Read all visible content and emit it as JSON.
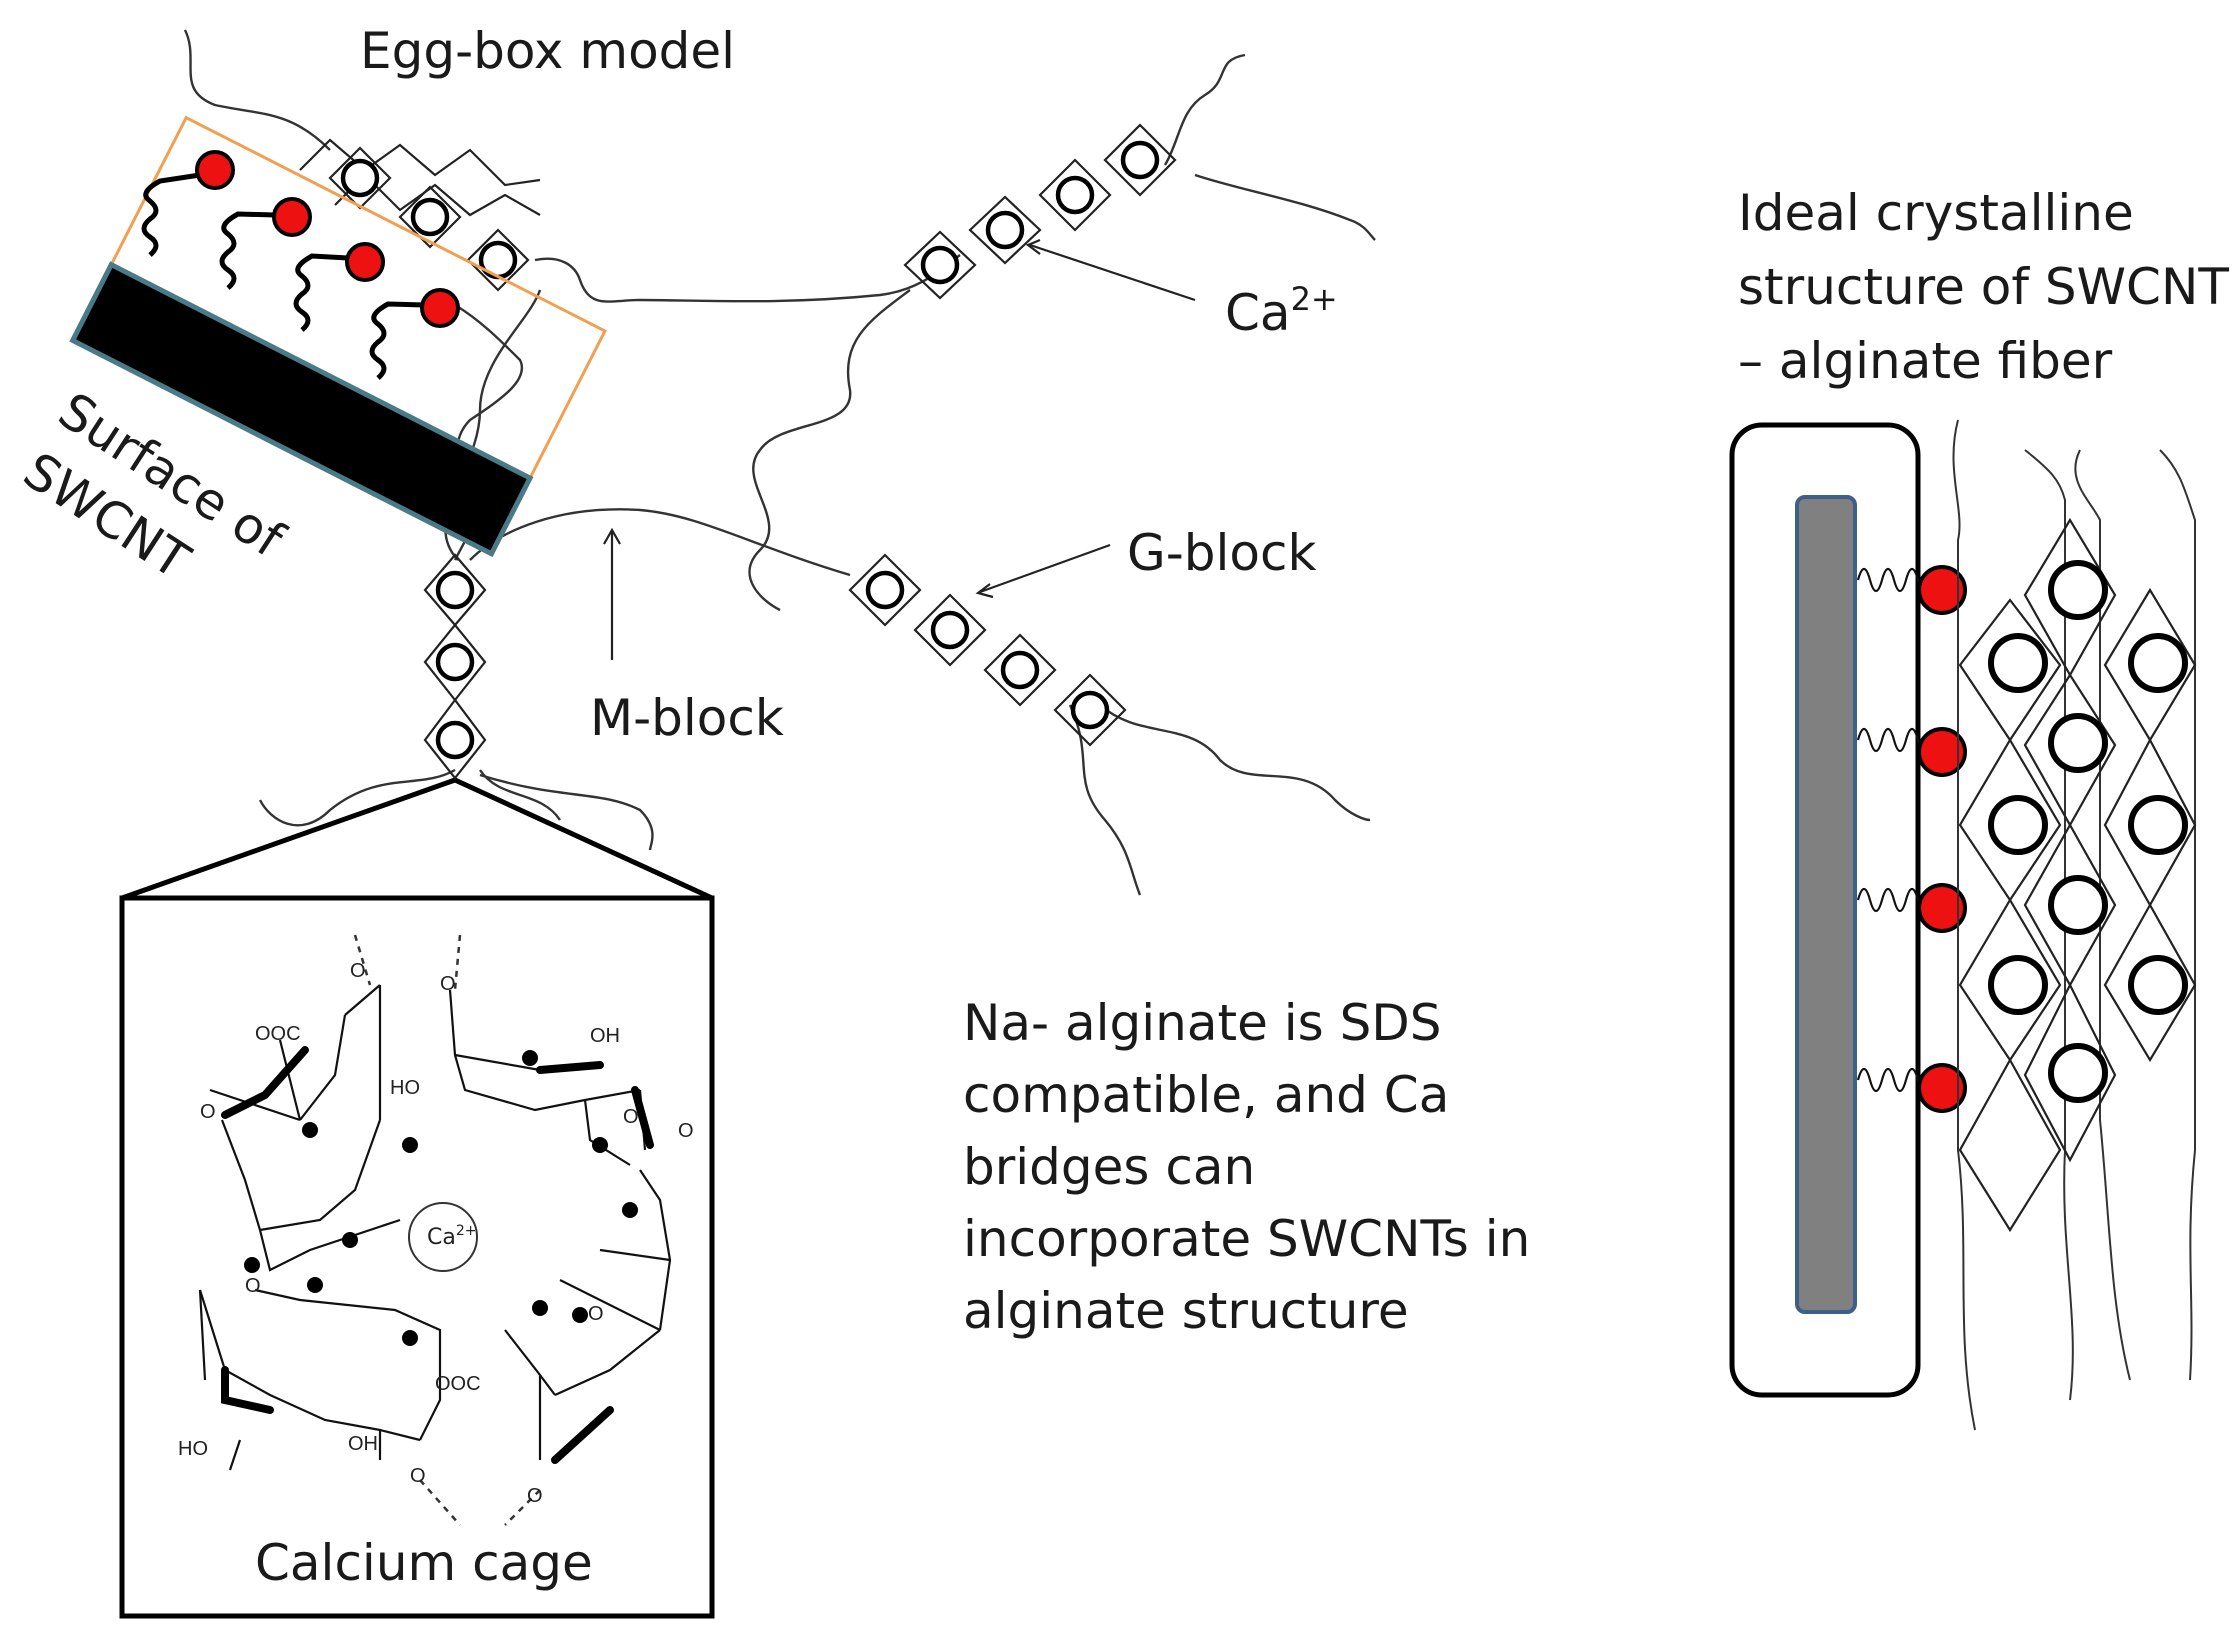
{
  "labels": {
    "egg_box_model": "Egg-box model",
    "ca_ion": "Ca",
    "ca_ion_charge": "2+",
    "surface_of_swcnt_line1": "Surface of",
    "surface_of_swcnt_line2": "SWCNT",
    "g_block": "G-block",
    "m_block": "M-block",
    "calcium_cage": "Calcium cage",
    "cage_center": "Ca",
    "cage_center_charge": "2+"
  },
  "description": {
    "line1": "Na- alginate is SDS",
    "line2": "compatible, and Ca",
    "line3": "bridges can",
    "line4": "incorporate SWCNTs in",
    "line5": "alginate structure"
  },
  "right_panel": {
    "title_line1": "Ideal crystalline",
    "title_line2": "structure of SWCNT",
    "title_line3": "– alginate fiber"
  },
  "chem_labels": {
    "ooc_top": "OOC",
    "oh_top": "OH",
    "ho_top": "HO",
    "o_minus_right": "O",
    "ooc_bottom": "OOC",
    "ho_bottom": "HO",
    "oh_bottom": "OH",
    "o1": "O",
    "o2": "O",
    "o3": "O",
    "o4": "O",
    "o5": "O",
    "o6": "O",
    "o7": "O",
    "o8": "O"
  },
  "colors": {
    "cation_fill": "#e11111",
    "cnt_core": "#808080",
    "cnt_core_border": "#3e5f8a",
    "surface_outline": "#f0a050"
  }
}
